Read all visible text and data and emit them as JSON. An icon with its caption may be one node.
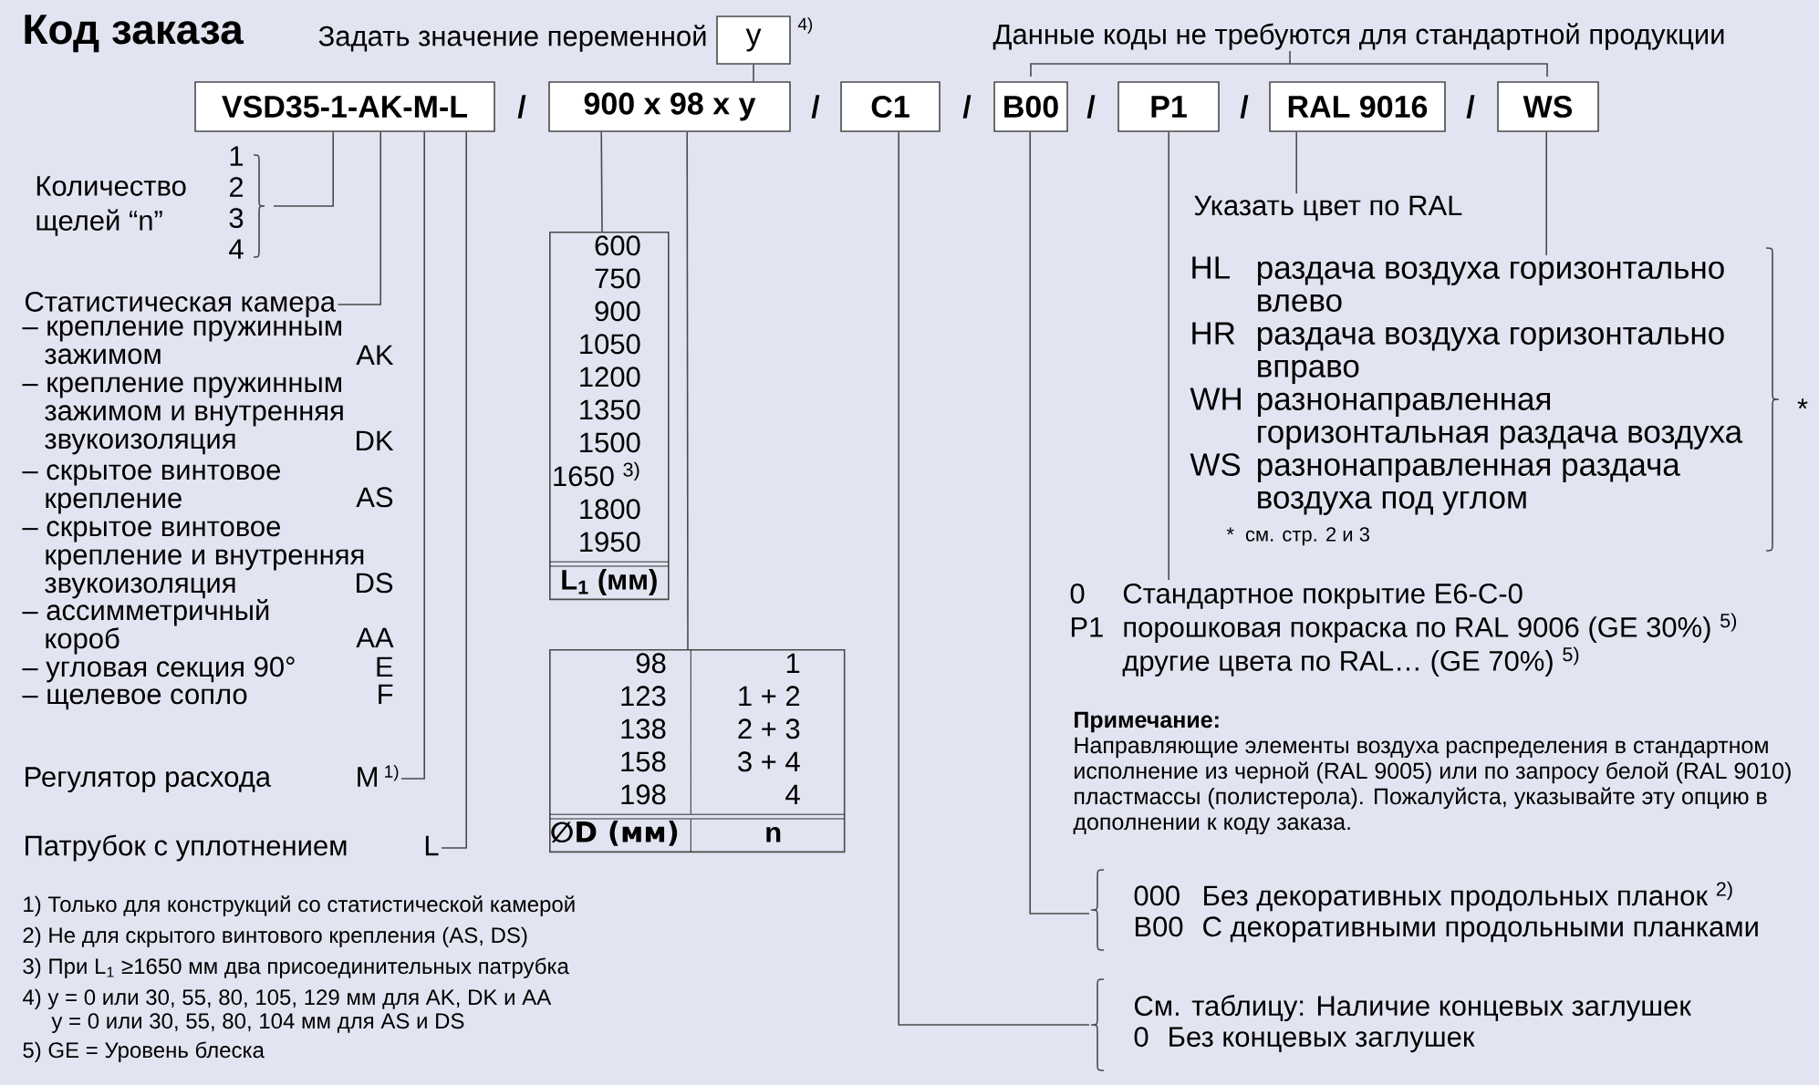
{
  "diagram": {
    "title": "Код заказа",
    "nodes": [
      {
        "text": [
          "y"
        ],
        "beside": [
          "Задать значение переменной",
          "4)"
        ]
      },
      {
        "text": [
          "VSD35-1-AK-M-L"
        ]
      },
      {
        "text": [
          "900 x 98 x y"
        ]
      },
      {
        "text": [
          "C1"
        ]
      },
      {
        "text": [
          "B00"
        ]
      },
      {
        "text": [
          "P1"
        ]
      },
      {
        "text": [
          "RAL 9016"
        ]
      },
      {
        "text": [
          "WS"
        ]
      },
      {
        "text": [
          "Количество щелей “n”",
          "1",
          "2",
          "3",
          "4"
        ]
      },
      {
        "text": [
          "Статистическая камера"
        ]
      },
      {
        "text": [
          "Регулятор расхода",
          "M"
        ],
        "beside": [
          "1)"
        ]
      },
      {
        "text": [
          "Патрубок с уплотнением",
          "L"
        ]
      },
      {
        "text": [
          "600",
          "750",
          "900",
          "1050",
          "1200",
          "1350",
          "1500",
          "1650 $^{3)}$",
          "1800",
          "1950",
          "L$_{1}$ (мм)"
        ]
      },
      {
        "text": [
          "98",
          "1",
          "123",
          "1 + 2",
          "138",
          "2 + 3",
          "158",
          "3 + 4",
          "198",
          "4",
          "∅D (мм)",
          "n"
        ]
      },
      {
        "text": [
          "Указать цвет по RAL"
        ]
      },
      {
        "text": [
          "HL",
          "раздача воздуха горизонтально влево",
          "HR",
          "раздача воздуха горизонтально вправо",
          "WH",
          "разнонаправленная горизонтальная раздача воздуха",
          "WS",
          "разнонаправленная раздача воздуха под углом",
          "*",
          "см. стр. 2 и 3"
        ],
        "beside": [
          "*"
        ]
      },
      {
        "text": [
          "0",
          "Стандартное покрытие E6-C-0",
          "P1",
          "порошковая покраска по RAL 9006 (GE 30%) $^{5)}$",
          "другие цвета по RAL… (GE 70%) $^{5)}$"
        ]
      },
      {
        "text": [
          "000",
          "Без декоративных продольных планок $^{2)}$",
          "B00",
          "С декоративными продольными планками"
        ]
      },
      {
        "text": [
          "См. таблицу: Наличие концевых заглушек",
          "0",
          "Без концевых заглушек"
        ]
      }
    ],
    "edges": [
      {
        "from": 0,
        "to": 2,
        "arrow": "none"
      },
      {
        "from": 1,
        "to": 8,
        "arrow": "none"
      },
      {
        "from": 1,
        "to": 9,
        "arrow": "none"
      },
      {
        "from": 1,
        "to": 10,
        "arrow": "none"
      },
      {
        "from": 1,
        "to": 11,
        "arrow": "none"
      },
      {
        "from": 2,
        "to": 12,
        "arrow": "none"
      },
      {
        "from": 2,
        "to": 13,
        "arrow": "none"
      },
      {
        "from": 3,
        "to": 18,
        "arrow": "none"
      },
      {
        "from": 4,
        "to": 17,
        "arrow": "none"
      },
      {
        "from": 5,
        "to": 16,
        "arrow": "none"
      },
      {
        "from": 6,
        "to": 14,
        "arrow": "none"
      },
      {
        "from": 7,
        "to": 15,
        "arrow": "none"
      }
    ],
    "labels": [
      "Данные коды не требуются для стандартной продукции",
      "/",
      "/",
      "/",
      "/",
      "/",
      "/",
      "– крепление пружинным зажимом",
      "AK",
      "– крепление пружинным зажимом и внутренняя звукоизоляция",
      "DK",
      "– скрытое винтовое крепление",
      "AS",
      "– скрытое винтовое крепление и внутренняя звукоизоляция",
      "DS",
      "– ассимметричный короб",
      "AA",
      "– угловая секция 90°",
      "E",
      "– щелевое сопло",
      "F",
      "Примечание:",
      "Направляющие элементы воздуха распределения в стандартном исполнение из черной (RAL 9005) или по запросу белой (RAL 9010) пластмассы (полистерола). Пожалуйста, указывайте эту опцию в дополнении к коду заказа.",
      "1) Только для конструкций со статистической камерой",
      "2) Не для скрытого винтового крепления (AS, DS)",
      "3) При L$_{1}$ ≥1650 мм два присоединительных патрубка",
      "4) y = 0 или 30, 55, 80, 105, 129 мм для AK, DK и AA",
      "y = 0 или 30, 55, 80, 104 мм для AS и DS",
      "5) GE = Уровень блеска"
    ]
  }
}
